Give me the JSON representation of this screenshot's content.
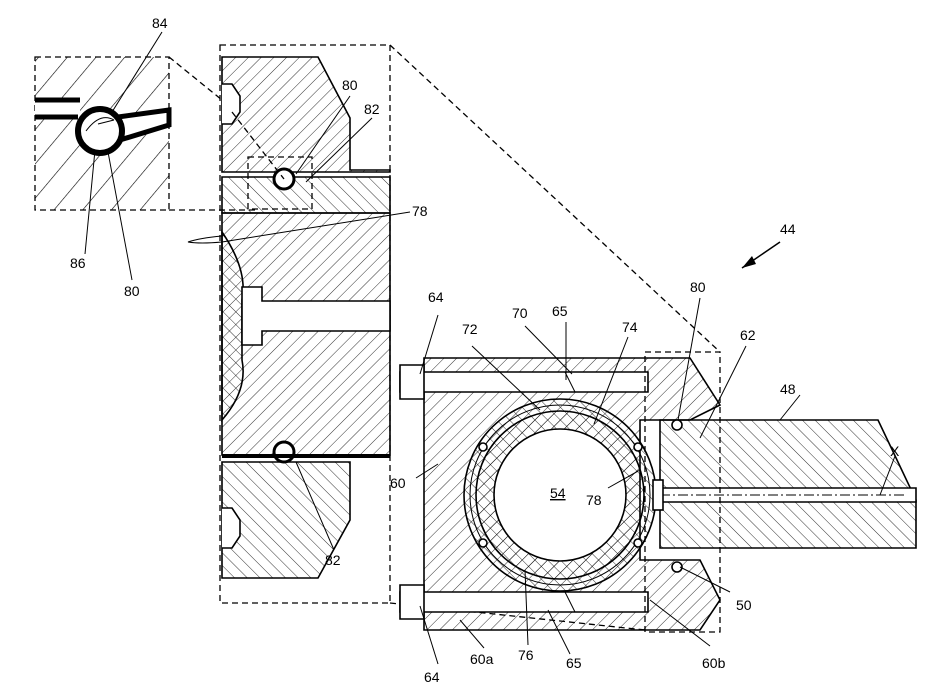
{
  "labels": {
    "l84": "84",
    "l86": "86",
    "l80a": "80",
    "l80b": "80",
    "l82a": "82",
    "l78a": "78",
    "l44": "44",
    "l80c": "80",
    "l62": "62",
    "l48": "48",
    "lX": "X",
    "l64a": "64",
    "l72": "72",
    "l70": "70",
    "l65a": "65",
    "l74": "74",
    "l60": "60",
    "l54": "54",
    "l78b": "78",
    "l82b": "82",
    "l50": "50",
    "l64b": "64",
    "l60a": "60a",
    "l76": "76",
    "l65b": "65",
    "l60b": "60b"
  }
}
